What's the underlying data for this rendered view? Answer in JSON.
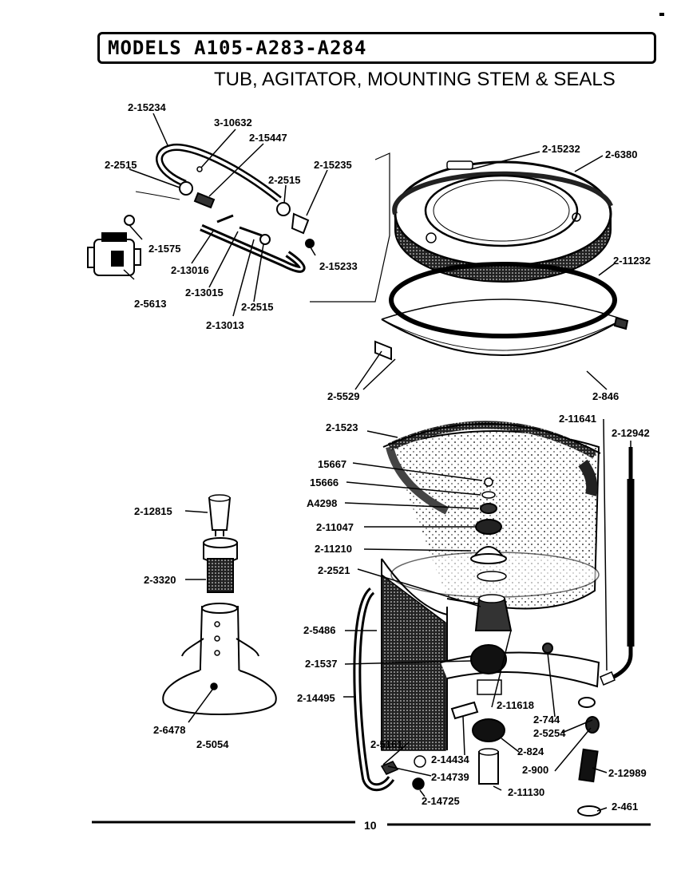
{
  "header": {
    "models_title": "MODELS A105-A283-A284",
    "subtitle": "TUB, AGITATOR, MOUNTING STEM & SEALS"
  },
  "parts": {
    "p_2_15234": "2-15234",
    "p_3_10632": "3-10632",
    "p_2_15447": "2-15447",
    "p_2_2515_a": "2-2515",
    "p_2_2515_b": "2-2515",
    "p_2_15235": "2-15235",
    "p_2_1575": "2-1575",
    "p_2_13016": "2-13016",
    "p_2_15233": "2-15233",
    "p_2_5613": "2-5613",
    "p_2_13015": "2-13015",
    "p_2_2515_c": "2-2515",
    "p_2_13013": "2-13013",
    "p_2_15232": "2-15232",
    "p_2_6380": "2-6380",
    "p_2_11232": "2-11232",
    "p_2_5529": "2-5529",
    "p_2_846": "2-846",
    "p_2_11641": "2-11641",
    "p_2_12942": "2-12942",
    "p_2_1523": "2-1523",
    "p_15667": "15667",
    "p_15666": "15666",
    "p_a4298": "A4298",
    "p_2_11047": "2-11047",
    "p_2_11210": "2-11210",
    "p_2_2521": "2-2521",
    "p_2_12815": "2-12815",
    "p_2_3320": "2-3320",
    "p_2_5486": "2-5486",
    "p_2_1537": "2-1537",
    "p_2_14495": "2-14495",
    "p_2_11618": "2-11618",
    "p_2_744": "2-744",
    "p_2_5254": "2-5254",
    "p_2_6478": "2-6478",
    "p_2_5054": "2-5054",
    "p_2_5161": "2-5161",
    "p_2_14434": "2-14434",
    "p_2_824": "2-824",
    "p_2_900": "2-900",
    "p_2_12989": "2-12989",
    "p_2_14739": "2-14739",
    "p_2_11130": "2-11130",
    "p_2_14725": "2-14725",
    "p_2_461": "2-461"
  },
  "footer": {
    "page_number": "10"
  }
}
